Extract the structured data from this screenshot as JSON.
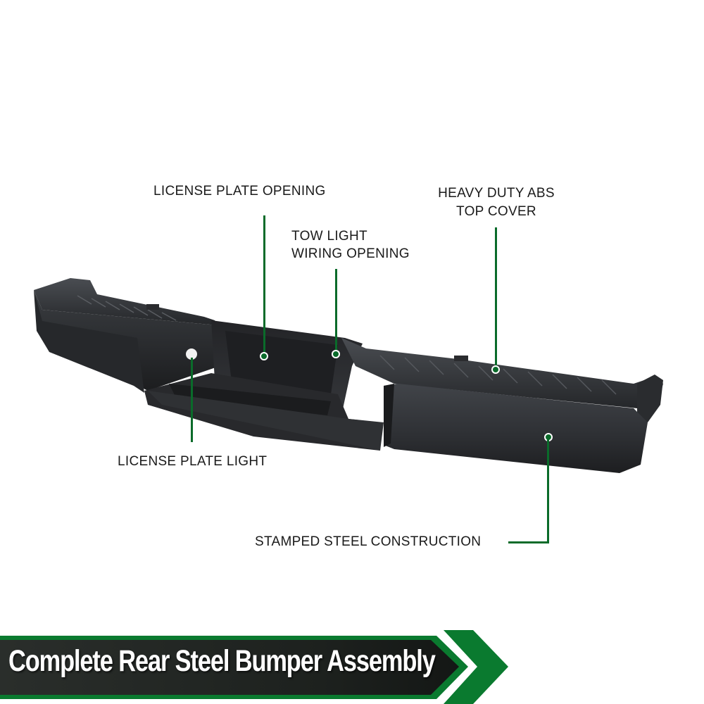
{
  "callouts": {
    "license_plate_opening": "LICENSE PLATE OPENING",
    "tow_light_line1": "TOW LIGHT",
    "tow_light_line2": "WIRING OPENING",
    "heavy_duty_line1": "HEAVY DUTY ABS",
    "heavy_duty_line2": "TOP COVER",
    "license_plate_light": "LICENSE PLATE LIGHT",
    "stamped_steel": "STAMPED STEEL CONSTRUCTION"
  },
  "banner": {
    "title": "Complete Rear Steel Bumper Assembly"
  },
  "colors": {
    "accent_green": "#0a6b2a",
    "bumper_black": "#2b2d30",
    "banner_dark": "#1f2320"
  }
}
